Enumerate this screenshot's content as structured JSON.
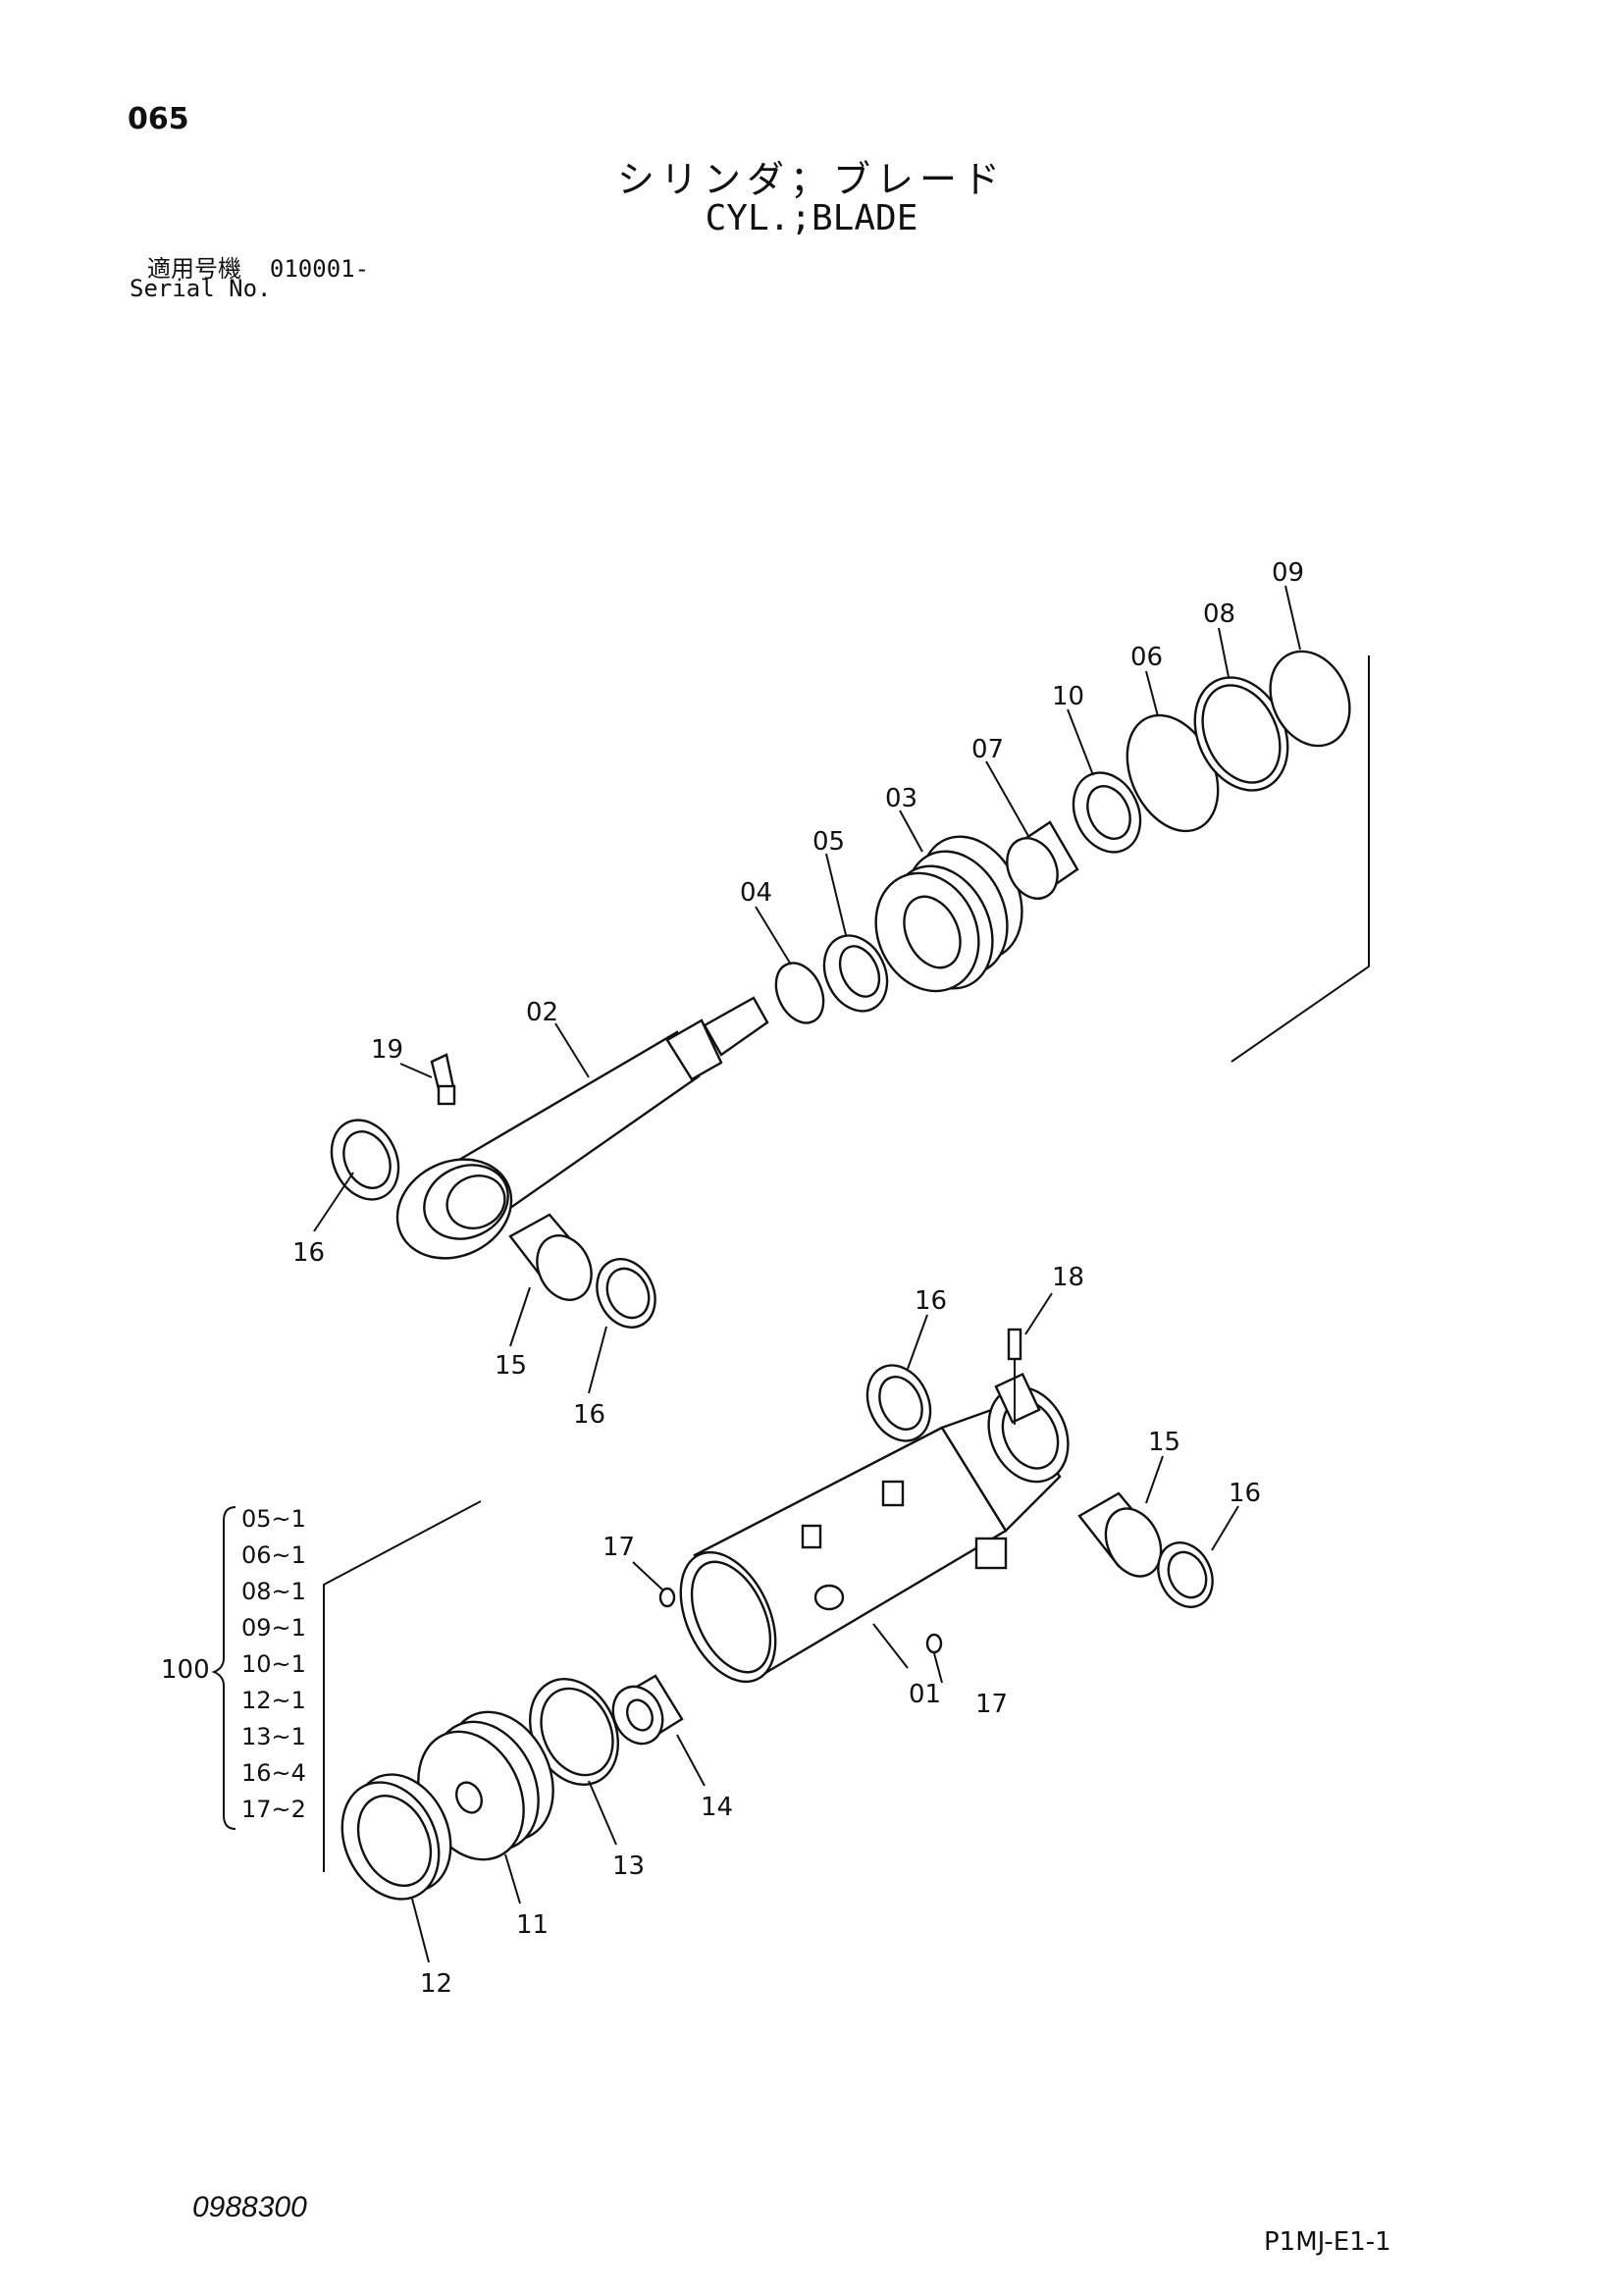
{
  "page_number": "065",
  "title_jp": "シリンダ；ブレード",
  "title_en": "CYL.;BLADE",
  "serial_label_jp": "適用号機",
  "serial_value": "010001-",
  "serial_label_en": "Serial No.",
  "doc_code": "0988300",
  "page_code": "P1MJ-E1-1",
  "part_labels": [
    "01",
    "02",
    "03",
    "04",
    "05",
    "06",
    "07",
    "08",
    "09",
    "10",
    "11",
    "12",
    "13",
    "14",
    "15",
    "15",
    "16",
    "16",
    "16",
    "16",
    "17",
    "17",
    "18",
    "19"
  ],
  "kit": {
    "number": "100",
    "items": [
      "05~1",
      "06~1",
      "08~1",
      "09~1",
      "10~1",
      "12~1",
      "13~1",
      "16~4",
      "17~2"
    ]
  }
}
